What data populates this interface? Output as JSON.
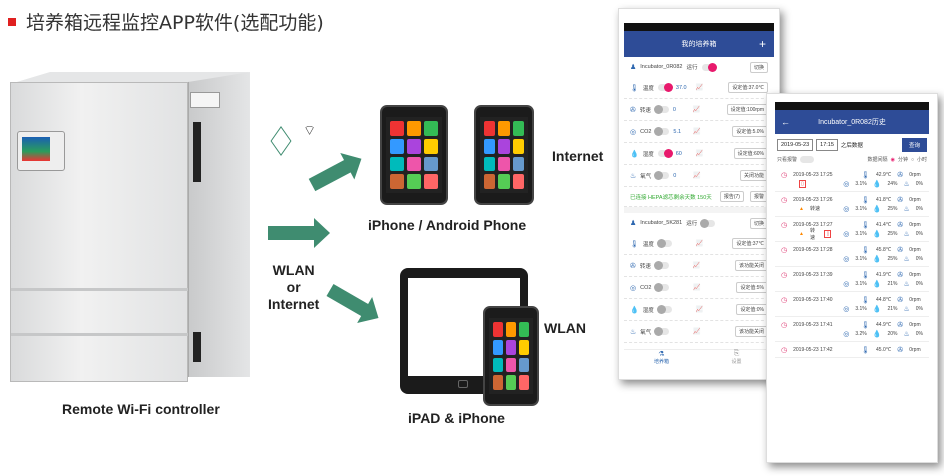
{
  "title": "培养箱远程监控APP软件(选配功能)",
  "labels": {
    "controller": "Remote Wi-Fi controller",
    "phones": "iPhone / Android Phone",
    "ipad": "iPAD & iPhone",
    "internet": "Internet",
    "wlan_or": "WLAN\nor\nInternet",
    "wlan": "WLAN"
  },
  "colors": {
    "arrow": "#3f8c70",
    "app_bar": "#2e4c97",
    "accent": "#e8196c"
  },
  "app_list": {
    "header": "我的培养箱",
    "add": "+",
    "devices": [
      {
        "name": "Incubator_0R082",
        "state": "运行",
        "on": true,
        "btn": "切换",
        "rows": [
          {
            "icon": "thermometer-icon",
            "label": "温度",
            "on": true,
            "val": "37.0",
            "set": "设定值:37.0℃"
          },
          {
            "icon": "fan-icon",
            "label": "转速",
            "on": false,
            "val": "0",
            "set": "设定值:100rpm"
          },
          {
            "icon": "co2-icon",
            "label": "CO2",
            "on": false,
            "val": "5.1",
            "set": "设定值:5.0%"
          },
          {
            "icon": "humidity-icon",
            "label": "湿度",
            "on": true,
            "val": "60",
            "set": "设定值:60%"
          },
          {
            "icon": "oxygen-icon",
            "label": "氧气",
            "on": false,
            "val": "0",
            "set": "关闭功能"
          }
        ],
        "footer": "已连接 HEPA滤芯剩余天数 150天",
        "footer_btns": [
          "报告(7)",
          "报警"
        ]
      },
      {
        "name": "Incubator_5K281",
        "state": "运行",
        "on": false,
        "btn": "切换",
        "rows": [
          {
            "icon": "thermometer-icon",
            "label": "温度",
            "on": false,
            "val": "",
            "set": "设定值:37℃"
          },
          {
            "icon": "fan-icon",
            "label": "转速",
            "on": false,
            "val": "",
            "set": "该功能关闭"
          },
          {
            "icon": "co2-icon",
            "label": "CO2",
            "on": false,
            "val": "",
            "set": "设定值:5%"
          },
          {
            "icon": "humidity-icon",
            "label": "湿度",
            "on": false,
            "val": "",
            "set": "设定值:0%"
          },
          {
            "icon": "oxygen-icon",
            "label": "氧气",
            "on": false,
            "val": "",
            "set": "该功能关闭"
          }
        ]
      }
    ],
    "nav": [
      "培养箱",
      "设置"
    ]
  },
  "app_history": {
    "header": "Incubator_0R082历史",
    "date": "2019-05-23",
    "time": "17:15",
    "after": "之后数据",
    "query": "查询",
    "alarm_only": "只看报警",
    "interval": "数据间隔",
    "unit_min": "分钟",
    "unit_hour": "小时",
    "records": [
      {
        "t": "2019-05-23 17:25",
        "temp": "42.9℃",
        "rpm": "0rpm",
        "co2": "3.1%",
        "hum": "24%",
        "o2": "0%",
        "alarm": "",
        "door": true
      },
      {
        "t": "2019-05-23 17:26",
        "temp": "41.8℃",
        "rpm": "0rpm",
        "co2": "3.1%",
        "hum": "25%",
        "o2": "0%",
        "alarm": "转速",
        "door": false
      },
      {
        "t": "2019-05-23 17:27",
        "temp": "41.4℃",
        "rpm": "0rpm",
        "co2": "3.1%",
        "hum": "25%",
        "o2": "0%",
        "alarm": "转速",
        "door": true
      },
      {
        "t": "2019-05-23 17:28",
        "temp": "45.8℃",
        "rpm": "0rpm",
        "co2": "3.1%",
        "hum": "25%",
        "o2": "0%",
        "alarm": "",
        "door": false
      },
      {
        "t": "2019-05-23 17:39",
        "temp": "41.9℃",
        "rpm": "0rpm",
        "co2": "3.1%",
        "hum": "21%",
        "o2": "0%",
        "alarm": "",
        "door": false
      },
      {
        "t": "2019-05-23 17:40",
        "temp": "44.8℃",
        "rpm": "0rpm",
        "co2": "3.1%",
        "hum": "21%",
        "o2": "0%",
        "alarm": "",
        "door": false
      },
      {
        "t": "2019-05-23 17:41",
        "temp": "44.9℃",
        "rpm": "0rpm",
        "co2": "3.2%",
        "hum": "20%",
        "o2": "0%",
        "alarm": "",
        "door": false
      },
      {
        "t": "2019-05-23 17:42",
        "temp": "45.0℃",
        "rpm": "0rpm",
        "co2": "",
        "hum": "",
        "o2": "",
        "alarm": "",
        "door": false
      }
    ]
  }
}
